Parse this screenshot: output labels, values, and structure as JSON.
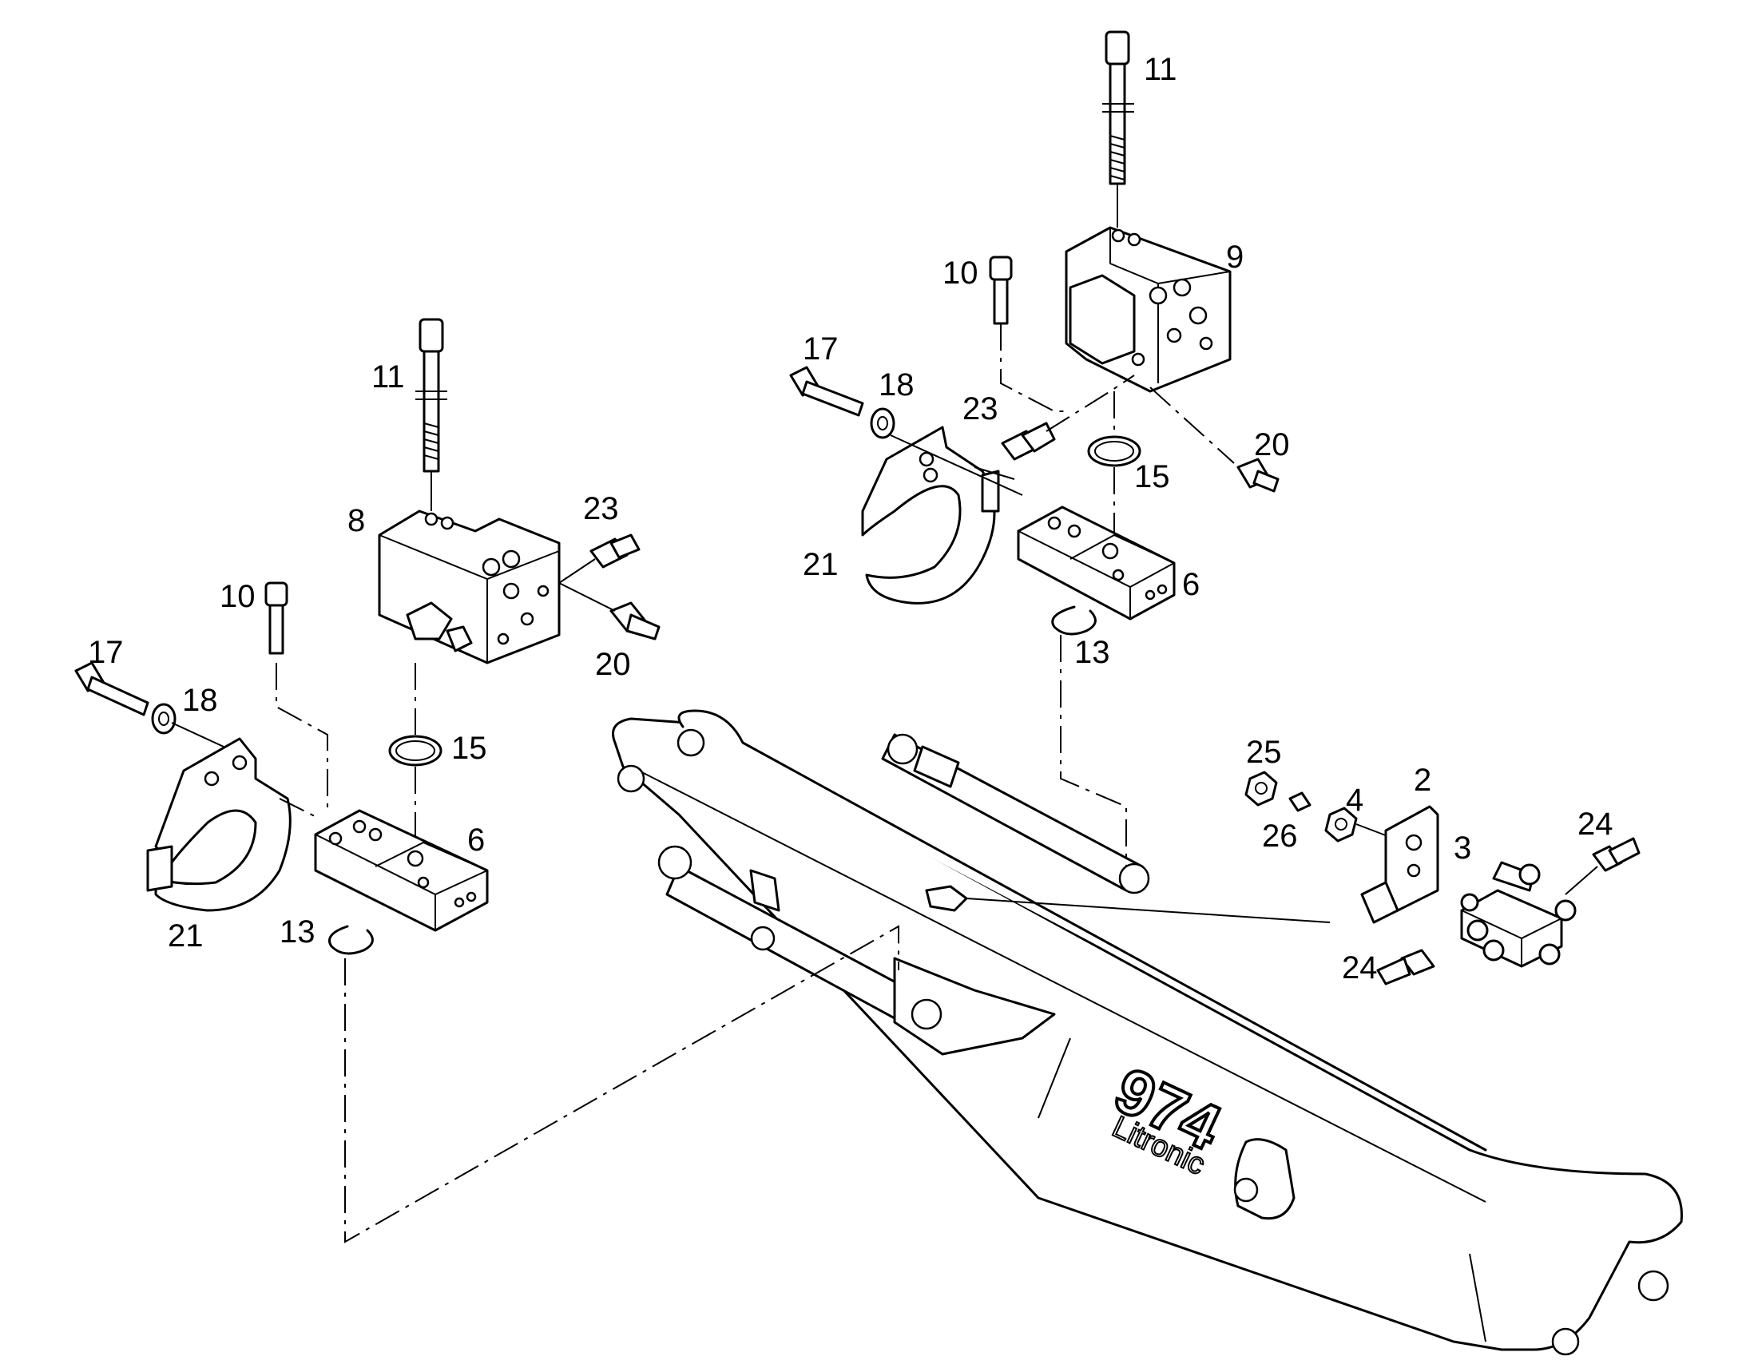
{
  "callouts": {
    "c11_right": "11",
    "c9": "9",
    "c10_right": "10",
    "c17_right": "17",
    "c18_right": "18",
    "c23_right": "23",
    "c20_right": "20",
    "c15_right": "15",
    "c21_right": "21",
    "c6_right": "6",
    "c13_right": "13",
    "c11_left": "11",
    "c8": "8",
    "c23_left": "23",
    "c20_left": "20",
    "c10_left": "10",
    "c17_left": "17",
    "c18_left": "18",
    "c15_left": "15",
    "c6_left": "6",
    "c21_left": "21",
    "c13_left": "13",
    "c25": "25",
    "c26": "26",
    "c4": "4",
    "c2": "2",
    "c3": "3",
    "c24_right": "24",
    "c24_left": "24"
  },
  "logo": {
    "model": "974",
    "brand": "Litronic"
  }
}
